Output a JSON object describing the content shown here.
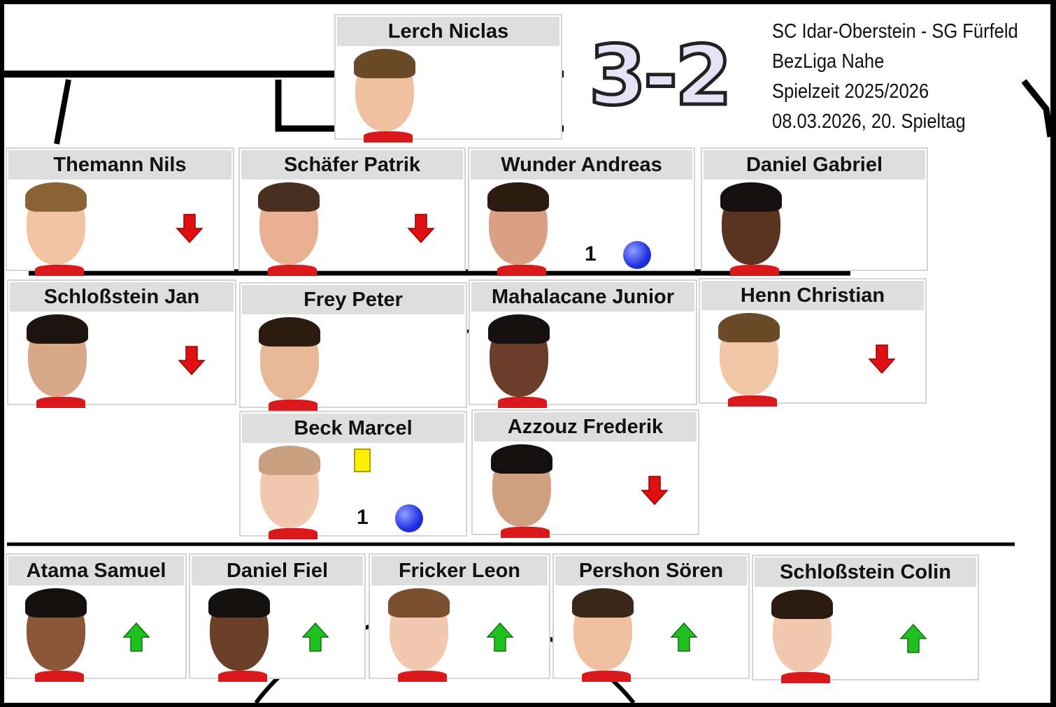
{
  "score": "3-2",
  "match_info": {
    "teams": "SC Idar-Oberstein - SG Fürfeld",
    "league": "BezLiga Nahe",
    "season": "Spielzeit 2025/2026",
    "date_matchday": "08.03.2026, 20. Spieltag"
  },
  "colors": {
    "sub_out": "#e01010",
    "sub_in": "#20c020",
    "yellow_card": "#f8f000",
    "ball": "#2030e0"
  },
  "starters": [
    {
      "name": "Lerch Niclas"
    },
    {
      "name": "Themann Nils",
      "sub_out": true
    },
    {
      "name": "Schäfer Patrik",
      "sub_out": true
    },
    {
      "name": "Wunder Andreas",
      "goals": "1"
    },
    {
      "name": "Daniel Gabriel"
    },
    {
      "name": "Schloßstein Jan",
      "sub_out": true
    },
    {
      "name": "Frey Peter"
    },
    {
      "name": "Mahalacane Junior"
    },
    {
      "name": "Henn Christian",
      "sub_out": true
    },
    {
      "name": "Beck Marcel",
      "goals": "1",
      "yellow_card": true
    },
    {
      "name": "Azzouz Frederik",
      "sub_out": true
    }
  ],
  "substitutes": [
    {
      "name": "Atama Samuel",
      "sub_in": true
    },
    {
      "name": "Daniel Fiel",
      "sub_in": true
    },
    {
      "name": "Fricker Leon",
      "sub_in": true
    },
    {
      "name": "Pershon Sören",
      "sub_in": true
    },
    {
      "name": "Schloßstein Colin",
      "sub_in": true
    }
  ]
}
